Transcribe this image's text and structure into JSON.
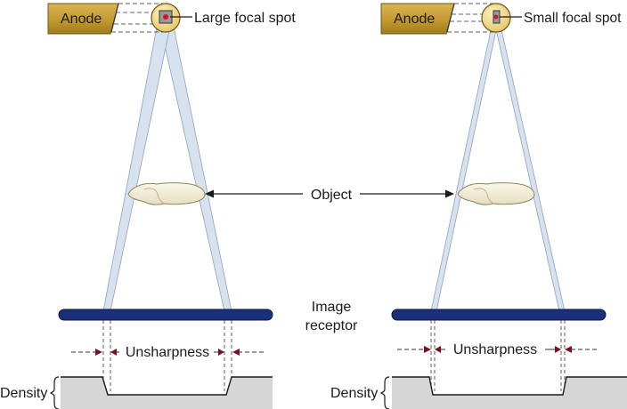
{
  "labels": {
    "anode": "Anode",
    "large_focal_spot": "Large focal spot",
    "small_focal_spot": "Small focal spot",
    "object": "Object",
    "image_receptor_line1": "Image",
    "image_receptor_line2": "receptor",
    "unsharpness": "Unsharpness",
    "density": "Density"
  },
  "colors": {
    "anode_fill": "#c9a23a",
    "focal_spot": "#d0142c",
    "beam_fill": "#d7e2ee",
    "receptor": "#1b2f7a",
    "density_fill": "#d6d6d6"
  }
}
